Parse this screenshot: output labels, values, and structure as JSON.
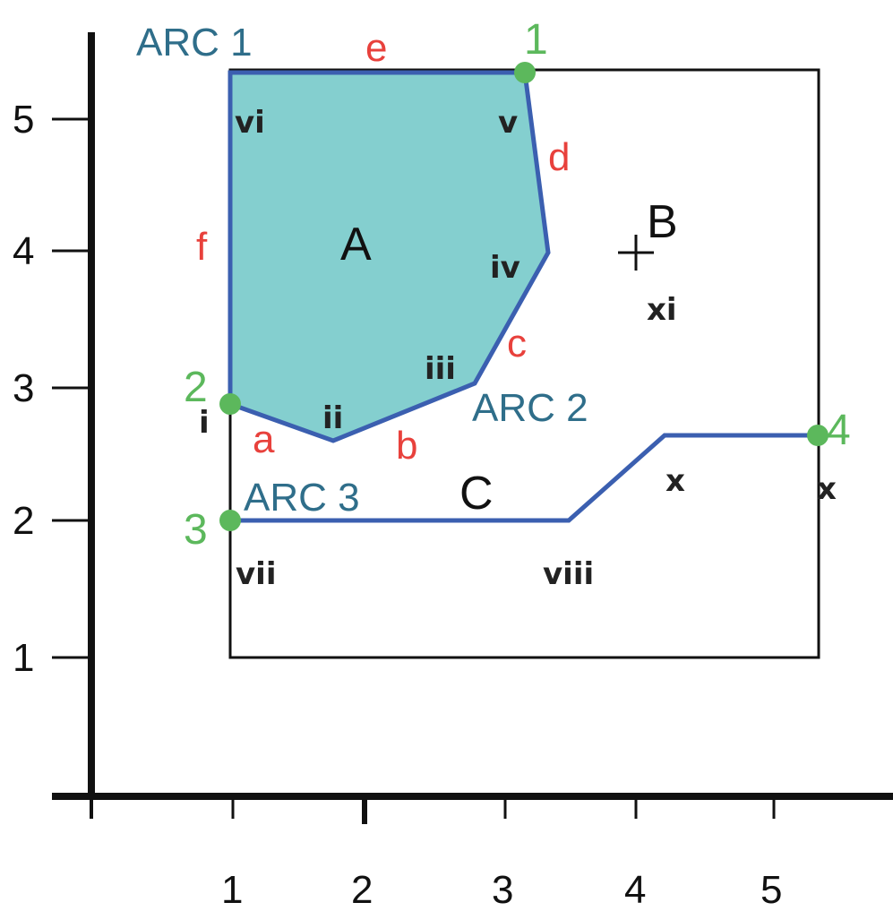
{
  "axes": {
    "x_ticks": [
      "1",
      "2",
      "3",
      "4",
      "5"
    ],
    "y_ticks": [
      "1",
      "2",
      "3",
      "4",
      "5"
    ]
  },
  "arcs": {
    "arc1": "ARC 1",
    "arc2": "ARC 2",
    "arc3": "ARC 3"
  },
  "polygons": {
    "a": "A",
    "b": "B",
    "c": "C"
  },
  "nodes": {
    "n1": "1",
    "n2": "2",
    "n3": "3",
    "n4": "4"
  },
  "edges": {
    "a": "a",
    "b": "b",
    "c": "c",
    "d": "d",
    "e": "e",
    "f": "f"
  },
  "vertices": {
    "i": "i",
    "ii": "ii",
    "iii": "iii",
    "iv": "iv",
    "v": "v",
    "vi": "vi",
    "vii": "vii",
    "viii": "viii",
    "x_inner": "x",
    "x_outer": "x",
    "xi": "xi"
  },
  "colors": {
    "fill_a": "#84cfcf",
    "arc": "#3b5fb0",
    "node": "#5cb85c",
    "edge_label": "#e8413c",
    "arc_label": "#2f6e8a"
  }
}
